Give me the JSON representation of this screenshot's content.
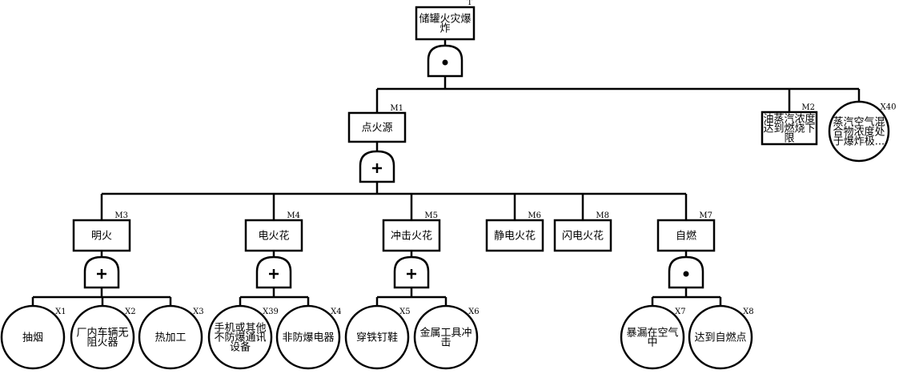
{
  "diagram": {
    "type": "fault-tree",
    "nodes": [
      {
        "id": "T",
        "kind": "event",
        "lines": [
          "储罐火灾爆",
          "炸"
        ],
        "gate": "and"
      },
      {
        "id": "M1",
        "kind": "event",
        "lines": [
          "点火源"
        ],
        "gate": "or",
        "parent": "T"
      },
      {
        "id": "M2",
        "kind": "event",
        "lines": [
          "油蒸汽浓度",
          "达到燃烧下",
          "限"
        ],
        "parent": "T"
      },
      {
        "id": "X40",
        "kind": "basic",
        "lines": [
          "蒸汽空气混",
          "合物浓度处",
          "于爆炸极..."
        ],
        "parent": "T"
      },
      {
        "id": "M3",
        "kind": "event",
        "lines": [
          "明火"
        ],
        "gate": "or",
        "parent": "M1"
      },
      {
        "id": "M4",
        "kind": "event",
        "lines": [
          "电火花"
        ],
        "gate": "or",
        "parent": "M1"
      },
      {
        "id": "M5",
        "kind": "event",
        "lines": [
          "冲击火花"
        ],
        "gate": "or",
        "parent": "M1"
      },
      {
        "id": "M6",
        "kind": "event",
        "lines": [
          "静电火花"
        ],
        "parent": "M1"
      },
      {
        "id": "M8",
        "kind": "event",
        "lines": [
          "闪电火花"
        ],
        "parent": "M1"
      },
      {
        "id": "M7",
        "kind": "event",
        "lines": [
          "自燃"
        ],
        "gate": "and",
        "parent": "M1"
      },
      {
        "id": "X1",
        "kind": "basic",
        "lines": [
          "抽烟"
        ],
        "parent": "M3"
      },
      {
        "id": "X2",
        "kind": "basic",
        "lines": [
          "厂内车辆无",
          "阻火器"
        ],
        "parent": "M3"
      },
      {
        "id": "X3",
        "kind": "basic",
        "lines": [
          "热加工"
        ],
        "parent": "M3"
      },
      {
        "id": "X39",
        "kind": "basic",
        "lines": [
          "手机或其他",
          "不防爆通讯",
          "设备"
        ],
        "parent": "M4"
      },
      {
        "id": "X4",
        "kind": "basic",
        "lines": [
          "非防爆电器"
        ],
        "parent": "M4"
      },
      {
        "id": "X5",
        "kind": "basic",
        "lines": [
          "穿铁钉鞋"
        ],
        "parent": "M5"
      },
      {
        "id": "X6",
        "kind": "basic",
        "lines": [
          "金属工具冲",
          "击"
        ],
        "parent": "M5"
      },
      {
        "id": "X7",
        "kind": "basic",
        "lines": [
          "暴漏在空气",
          "中"
        ],
        "parent": "M7"
      },
      {
        "id": "X8",
        "kind": "basic",
        "lines": [
          "达到自燃点"
        ],
        "parent": "M7"
      }
    ],
    "gate_symbols": {
      "and": "•",
      "or": "+"
    }
  }
}
